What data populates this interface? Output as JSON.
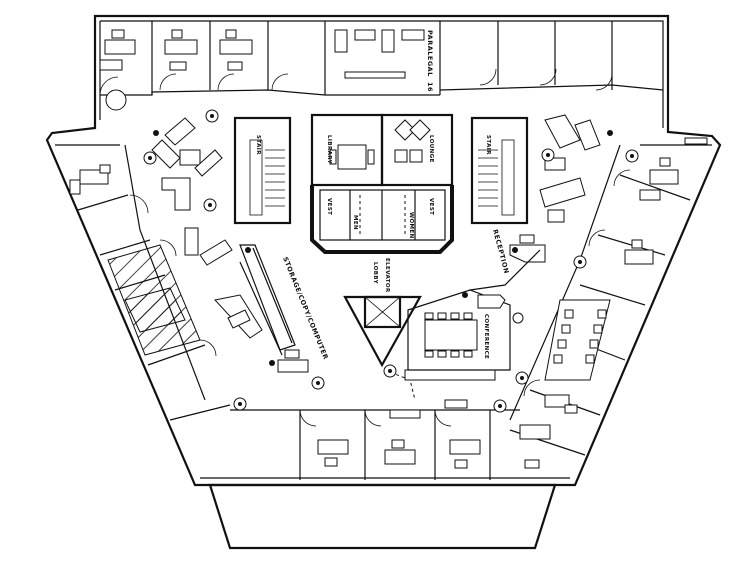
{
  "labels": {
    "paralegal": "PARALEGAL",
    "paralegal_suffix": "16",
    "stair_left": "STAIR",
    "stair_right": "STAIR",
    "library": "LIBRARY",
    "lounge": "LOUNGE",
    "vest_left": "VEST",
    "vest_right": "VEST",
    "men": "MEN",
    "women": "WOMEN",
    "elevator_lobby": "ELEVATOR",
    "lobby": "LOBBY",
    "reception": "RECEPTION",
    "storage": "STORAGE/COPY/COMPUTER",
    "conference": "CONFERENCE"
  },
  "colors": {
    "ink": "#111111",
    "paper": "#ffffff"
  },
  "icons": {
    "plant": "plant-icon",
    "column": "column-dot-icon"
  }
}
